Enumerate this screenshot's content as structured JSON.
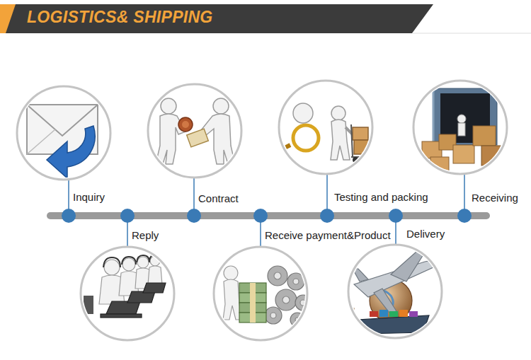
{
  "diagram": {
    "title": "LOGISTICS& SHIPPING",
    "labels": [
      "Inquiry",
      "Reply",
      "Contract",
      "Receive payment&Product",
      "Testing and packing",
      "Delivery",
      "Receiving"
    ]
  }
}
